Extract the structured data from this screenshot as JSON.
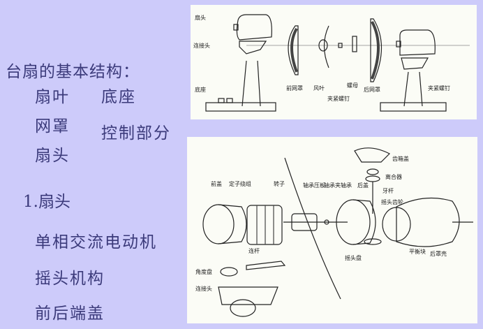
{
  "slide": {
    "title": "台扇的基本结构：",
    "structure_items": [
      "扇叶",
      "网罩",
      "扇头",
      "底座",
      "控制部分"
    ],
    "section_heading": "1.扇头",
    "section_items": [
      "单相交流电动机",
      "摇头机构",
      "前后端盖"
    ]
  },
  "figure_top": {
    "labels": {
      "fan_head": "扇头",
      "connector": "连接头",
      "base": "底座",
      "front_guard": "前网罩",
      "blade": "风叶",
      "clamp_screw": "夹紧螺钉",
      "nut": "螺母",
      "rear_guard": "后网罩",
      "clamp_screw_right": "夹紧螺钉"
    }
  },
  "figure_bottom": {
    "labels": {
      "front_cover": "前盖",
      "stator_winding": "定子绕组",
      "rotor": "转子",
      "bearing_plate": "轴承压板",
      "bearing": "轴承夹轴承",
      "rear_cover": "后盖",
      "gearbox_cover": "齿箱盖",
      "clutch": "离合器",
      "shaft": "牙杆",
      "oscillating_gear": "摇头齿轮",
      "connecting_rod": "连杆",
      "angle_disc": "角度盘",
      "connector": "连接头",
      "oscillating_disc": "摇头盘",
      "balance_block": "平衡块",
      "rear_shell": "后罩壳"
    }
  },
  "colors": {
    "background": "#cdcbfa",
    "text": "#3b3a7a",
    "panel": "#fbfcf6"
  }
}
